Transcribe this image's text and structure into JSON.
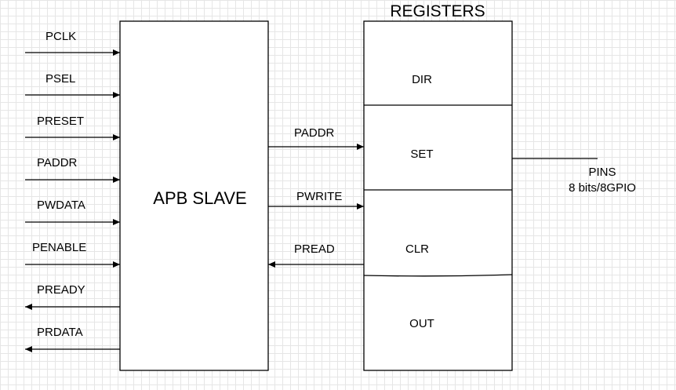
{
  "blocks": {
    "apb_slave": "APB SLAVE",
    "registers_title": "REGISTERS"
  },
  "registers": [
    "DIR",
    "SET",
    "CLR",
    "OUT"
  ],
  "inputs": [
    "PCLK",
    "PSEL",
    "PRESET",
    "PADDR",
    "PWDATA",
    "PENABLE"
  ],
  "outputs": [
    "PREADY",
    "PRDATA"
  ],
  "bus": {
    "paddr": "PADDR",
    "pwrite": "PWRITE",
    "pread": "PREAD"
  },
  "pins": {
    "label": "PINS",
    "sublabel": "8 bits/8GPIO"
  }
}
